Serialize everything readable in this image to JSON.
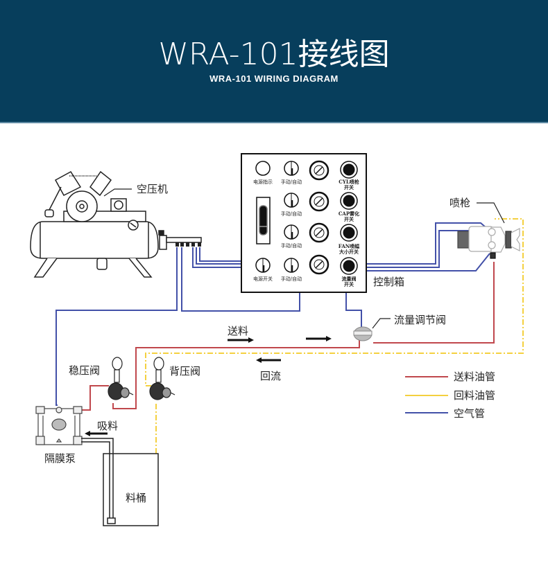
{
  "header": {
    "title": "WRA-101接线图",
    "subtitle": "WRA-101 WIRING DIAGRAM"
  },
  "colors": {
    "header_bg": "#073e5c",
    "feed_line": "#c0474c",
    "return_line": "#f4d03f",
    "air_line": "#4250a8"
  },
  "components": {
    "air_compressor": "空压机",
    "control_box": "控制箱",
    "spray_gun": "喷枪",
    "flow_valve": "流量调节阀",
    "stabilizer_valve": "稳压阀",
    "back_pressure_valve": "背压阀",
    "diaphragm_pump": "隔膜泵",
    "paint_bucket": "料桶"
  },
  "flow_labels": {
    "feed": "送料",
    "return": "回流",
    "suction": "吸料"
  },
  "control_panel": {
    "power_indicator": "电源指示",
    "power_switch": "电源开关",
    "manual_auto": "手动/自动",
    "cyl_switch": [
      "CYL喷枪",
      "开关"
    ],
    "cap_switch": [
      "CAP雾化",
      "开关"
    ],
    "fan_switch": [
      "FAN喷幅",
      "大小开关"
    ],
    "flow_switch": [
      "流量阀",
      "开关"
    ]
  },
  "legend": [
    {
      "label": "送料油管",
      "color": "#c0474c"
    },
    {
      "label": "回料油管",
      "color": "#f4d03f"
    },
    {
      "label": "空气管",
      "color": "#4250a8"
    }
  ]
}
